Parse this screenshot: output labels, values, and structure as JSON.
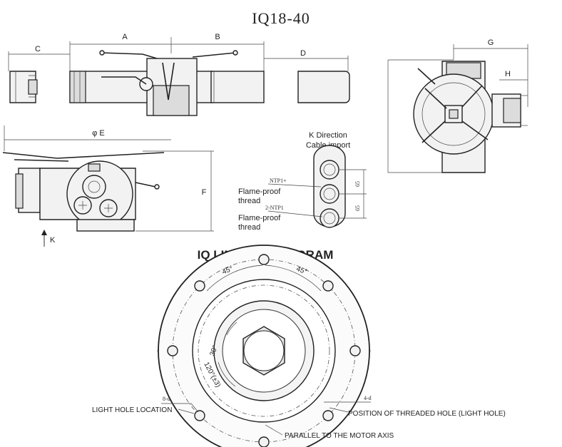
{
  "title": "IQ18-40",
  "dimensions": {
    "a": "A",
    "b": "B",
    "c": "C",
    "d": "D",
    "e": "φ E",
    "f": "F",
    "g": "G",
    "h": "H",
    "k": "K"
  },
  "cable": {
    "heading_1": "K Direction",
    "heading_2": "Cable import",
    "ntp_top": "NTP1+",
    "ntp_bottom": "2-NTP1",
    "thread_top_1": "Flame-proof",
    "thread_top_2": "thread",
    "thread_bottom_1": "Flame-proof",
    "thread_bottom_2": "thread",
    "spacing_1": "65",
    "spacing_2": "65"
  },
  "link": {
    "heading": "IQ LINK SIZE DIAGRAM",
    "angle_left": "45°",
    "angle_right": "45°",
    "angle_inner": "30°",
    "angle_bottom": "120°(±3)",
    "holes_outer": "8-d",
    "holes_inner": "4-d",
    "light_hole": "LIGHT HOLE LOCATION",
    "threaded_hole": "POSITION OF THREADED HOLE (LIGHT HOLE)",
    "parallel": "PARALLEL TO THE MOTOR AXIS"
  }
}
